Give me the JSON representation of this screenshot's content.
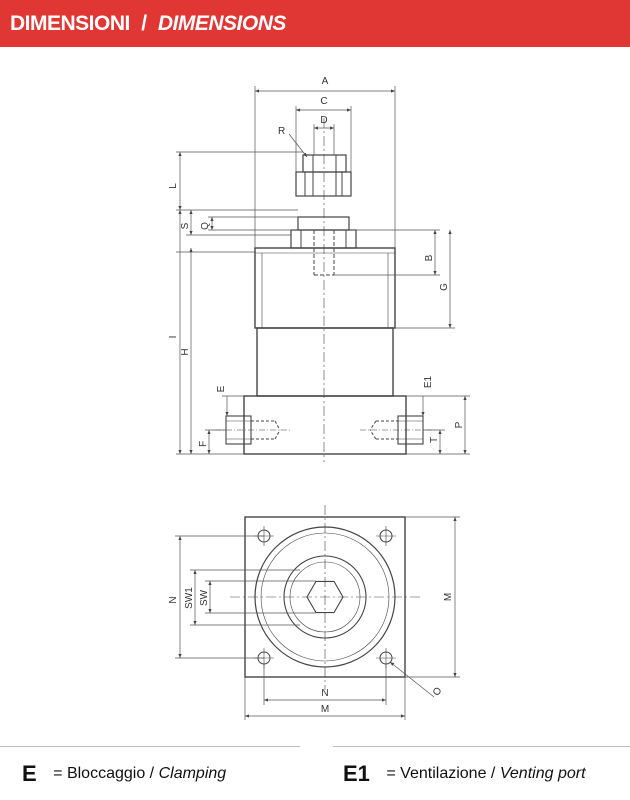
{
  "header": {
    "title_it": "DIMENSIONI",
    "separator": "/",
    "title_en": "DIMENSIONS",
    "bg_color": "#e03634"
  },
  "labels": {
    "A": "A",
    "C": "C",
    "D": "D",
    "R": "R",
    "L": "L",
    "S": "S",
    "Q": "Q",
    "B": "B",
    "G": "G",
    "I": "I",
    "H": "H",
    "E": "E",
    "E1": "E1",
    "F": "F",
    "T": "T",
    "P": "P",
    "N": "N",
    "SW1": "SW1",
    "SW": "SW",
    "M": "M",
    "O": "O"
  },
  "legend": {
    "e": {
      "code": "E",
      "equals": "=",
      "it": "Bloccaggio",
      "sep": "/",
      "en": "Clamping"
    },
    "e1": {
      "code": "E1",
      "equals": "=",
      "it": "Ventilazione",
      "sep": "/",
      "en": "Venting port"
    }
  }
}
